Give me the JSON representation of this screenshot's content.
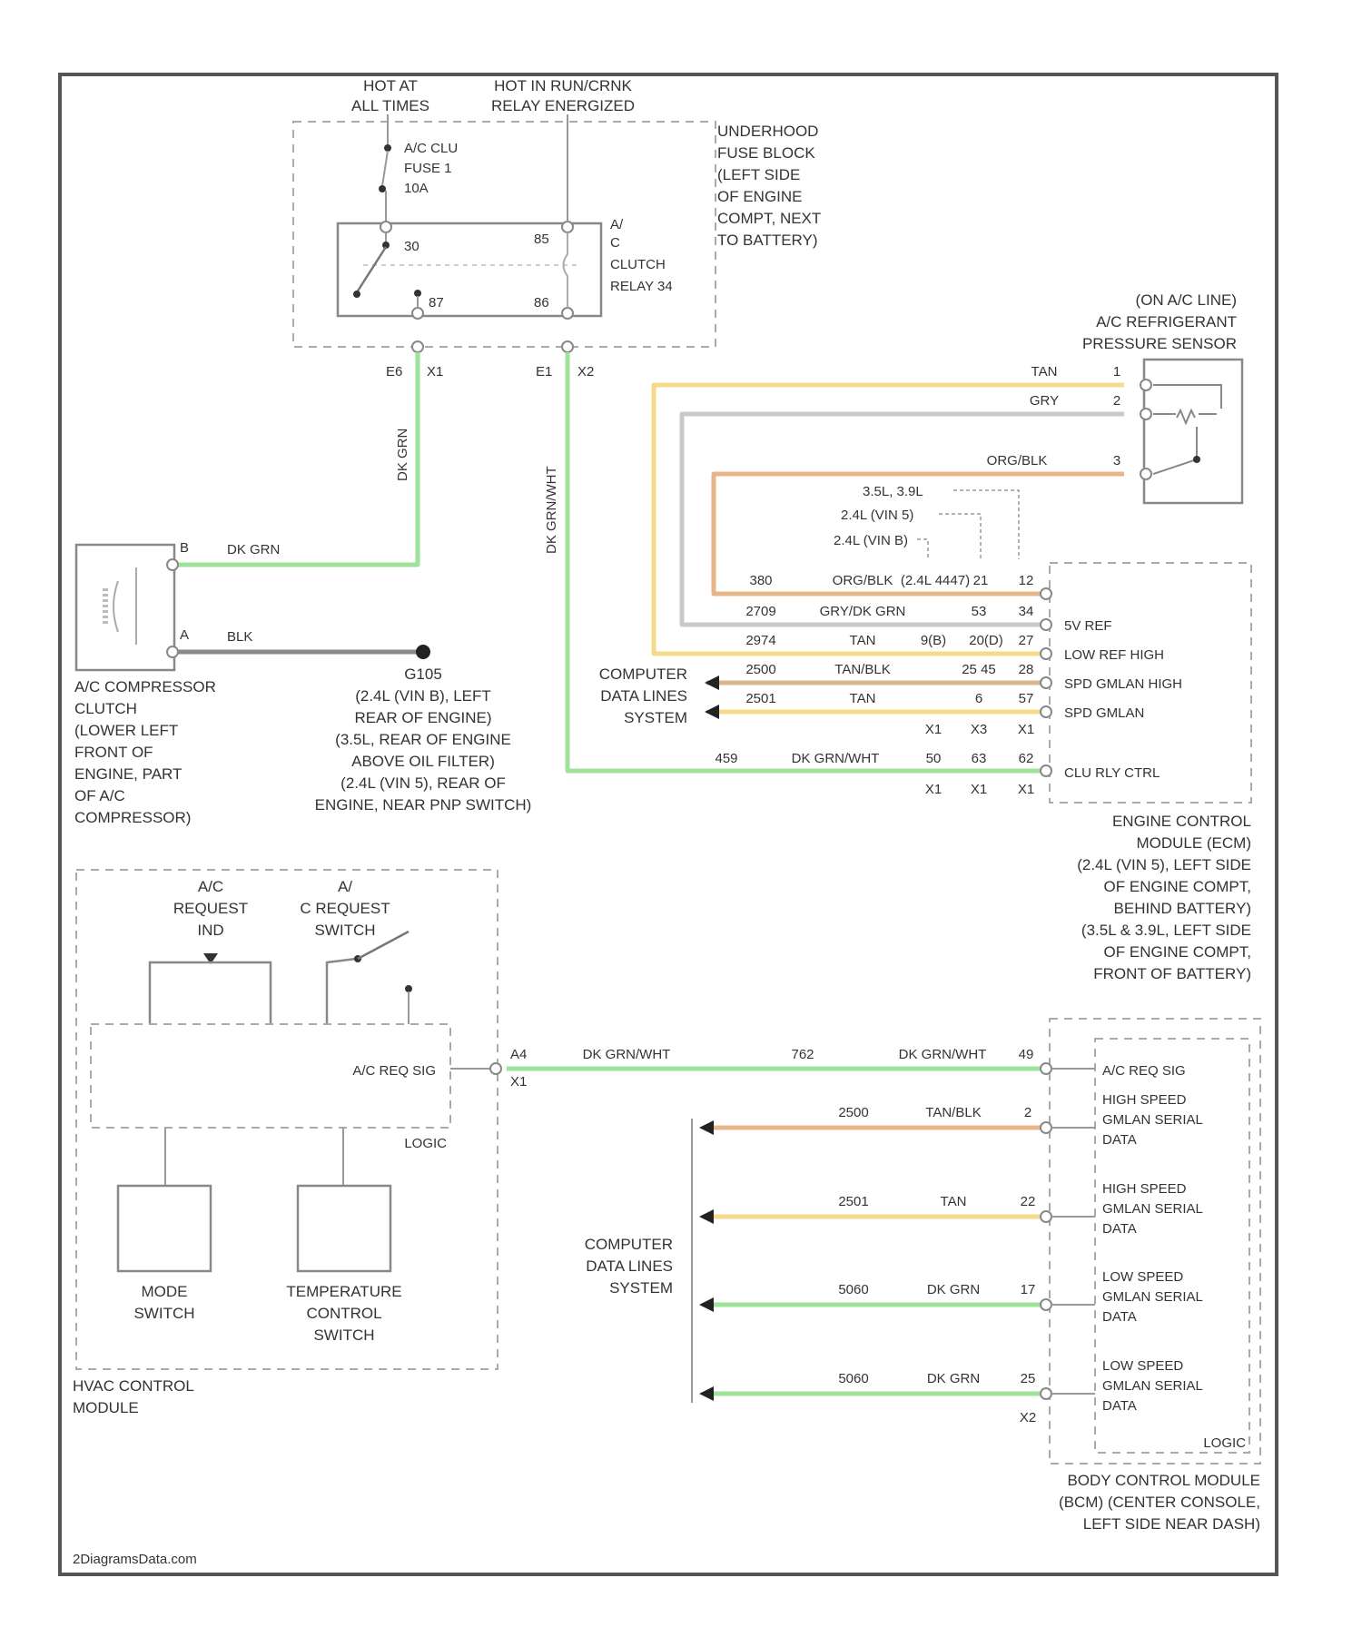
{
  "colors": {
    "dk_grn": "#9ee39a",
    "tan": "#f6d98a",
    "gry": "#c9c9c9",
    "org_blk": "#e8b48a",
    "blk": "#8a8a8a",
    "tan_blk": "#d9b88a",
    "dk_grn_wht": "#9ee39a"
  },
  "fuse_block": {
    "hot_at_all_times": [
      "HOT AT",
      "ALL TIMES"
    ],
    "hot_in_run": [
      "HOT IN RUN/CRNK",
      "RELAY ENERGIZED"
    ],
    "fuse_label": [
      "A/C CLU",
      "FUSE 1",
      "10A"
    ],
    "name": [
      "UNDERHOOD",
      "FUSE BLOCK",
      "(LEFT SIDE",
      "OF ENGINE",
      "COMPT, NEXT",
      "TO BATTERY)"
    ],
    "relay_name": [
      "A/",
      "C",
      "CLUTCH",
      "RELAY 34"
    ],
    "pin_30": "30",
    "pin_85": "85",
    "pin_87": "87",
    "pin_86": "86",
    "conn_left": [
      "E6",
      "X1"
    ],
    "conn_right": [
      "E1",
      "X2"
    ]
  },
  "compressor": {
    "name": [
      "A/C COMPRESSOR",
      "CLUTCH",
      "(LOWER LEFT",
      "FRONT OF",
      "ENGINE, PART",
      "OF A/C",
      "COMPRESSOR)"
    ],
    "pin_b": "B",
    "pin_a": "A",
    "wire_b": "DK GRN",
    "wire_a": "BLK"
  },
  "ground": {
    "name": [
      "G105",
      "(2.4L (VIN B), LEFT",
      "REAR OF ENGINE)",
      "(3.5L, REAR OF ENGINE",
      "ABOVE OIL FILTER)",
      "(2.4L (VIN 5), REAR OF",
      "ENGINE, NEAR PNP SWITCH)"
    ]
  },
  "relay_wires": {
    "left_vertical": "DK GRN",
    "right_vertical": "DK GRN/WHT"
  },
  "pressure_sensor": {
    "name": [
      "(ON A/C LINE)",
      "A/C REFRIGERANT",
      "PRESSURE SENSOR"
    ],
    "wires": [
      {
        "label": "TAN",
        "pin": "1"
      },
      {
        "label": "GRY",
        "pin": "2"
      },
      {
        "label": "ORG/BLK",
        "pin": "3"
      }
    ]
  },
  "engine_variants": [
    "3.5L, 3.9L",
    "2.4L (VIN 5)",
    "2.4L (VIN B)"
  ],
  "ecm": {
    "rows": [
      {
        "circuit": "380",
        "color": "ORG/BLK",
        "variant": "(2.4L 4447)",
        "p1": "21",
        "p2": "12",
        "label": ""
      },
      {
        "circuit": "2709",
        "color": "GRY/DK GRN",
        "variant": "",
        "p1": "53",
        "p2": "34",
        "label": "5V REF"
      },
      {
        "circuit": "2974",
        "color": "TAN",
        "variant": "",
        "p1": "9(B)",
        "p2": "20(D)",
        "p3": "27",
        "label": "LOW REF HIGH"
      },
      {
        "circuit": "2500",
        "color": "TAN/BLK",
        "variant": "",
        "p1": "25 45",
        "p2": "28",
        "label": "SPD GMLAN HIGH"
      },
      {
        "circuit": "2501",
        "color": "TAN",
        "variant": "",
        "p1": "6",
        "p2": "57",
        "label": "SPD GMLAN"
      }
    ],
    "conn_row_1": [
      "X1",
      "X3",
      "X1"
    ],
    "relay_ctrl": {
      "circuit": "459",
      "color": "DK GRN/WHT",
      "p1": "50",
      "p2": "63",
      "p3": "62",
      "label": "CLU RLY CTRL"
    },
    "conn_row_2": [
      "X1",
      "X1",
      "X1"
    ],
    "computer_data": [
      "COMPUTER",
      "DATA LINES",
      "SYSTEM"
    ],
    "name": [
      "ENGINE CONTROL",
      "MODULE (ECM)",
      "(2.4L (VIN 5), LEFT SIDE",
      "OF ENGINE COMPT,",
      "BEHIND BATTERY)",
      "(3.5L & 3.9L, LEFT SIDE",
      "OF ENGINE COMPT,",
      "FRONT OF BATTERY)"
    ]
  },
  "hvac": {
    "ac_request_led": [
      "A/C",
      "REQUEST",
      "IND"
    ],
    "ac_request_switch": [
      "A/",
      "C REQUEST",
      "SWITCH"
    ],
    "ac_req_sig": "A/C REQ SIG",
    "logic": "LOGIC",
    "mode_switch": [
      "MODE",
      "SWITCH"
    ],
    "temp_switch": [
      "TEMPERATURE",
      "CONTROL",
      "SWITCH"
    ],
    "name": [
      "HVAC CONTROL",
      "MODULE"
    ],
    "pin": "A4",
    "conn": "X1"
  },
  "hvac_wire": {
    "left_color": "DK GRN/WHT",
    "circuit": "762",
    "right_color": "DK GRN/WHT",
    "bcm_pin": "49"
  },
  "bcm": {
    "rows": [
      {
        "circuit": "2500",
        "color": "TAN/BLK",
        "pin": "2",
        "label": [
          "HIGH SPEED",
          "GMLAN SERIAL",
          "DATA"
        ]
      },
      {
        "circuit": "2501",
        "color": "TAN",
        "pin": "22",
        "label": [
          "HIGH SPEED",
          "GMLAN SERIAL",
          "DATA"
        ]
      },
      {
        "circuit": "5060",
        "color": "DK GRN",
        "pin": "17",
        "label": [
          "LOW SPEED",
          "GMLAN SERIAL",
          "DATA"
        ]
      },
      {
        "circuit": "5060",
        "color": "DK GRN",
        "pin": "25",
        "label": [
          "LOW SPEED",
          "GMLAN SERIAL",
          "DATA"
        ]
      }
    ],
    "ac_req_sig": "A/C REQ SIG",
    "computer_data": [
      "COMPUTER",
      "DATA LINES",
      "SYSTEM"
    ],
    "conn": "X2",
    "logic": "LOGIC",
    "name": [
      "BODY CONTROL MODULE",
      "(BCM) (CENTER CONSOLE,",
      "LEFT SIDE NEAR DASH)"
    ]
  },
  "watermark": "2DiagramsData.com"
}
